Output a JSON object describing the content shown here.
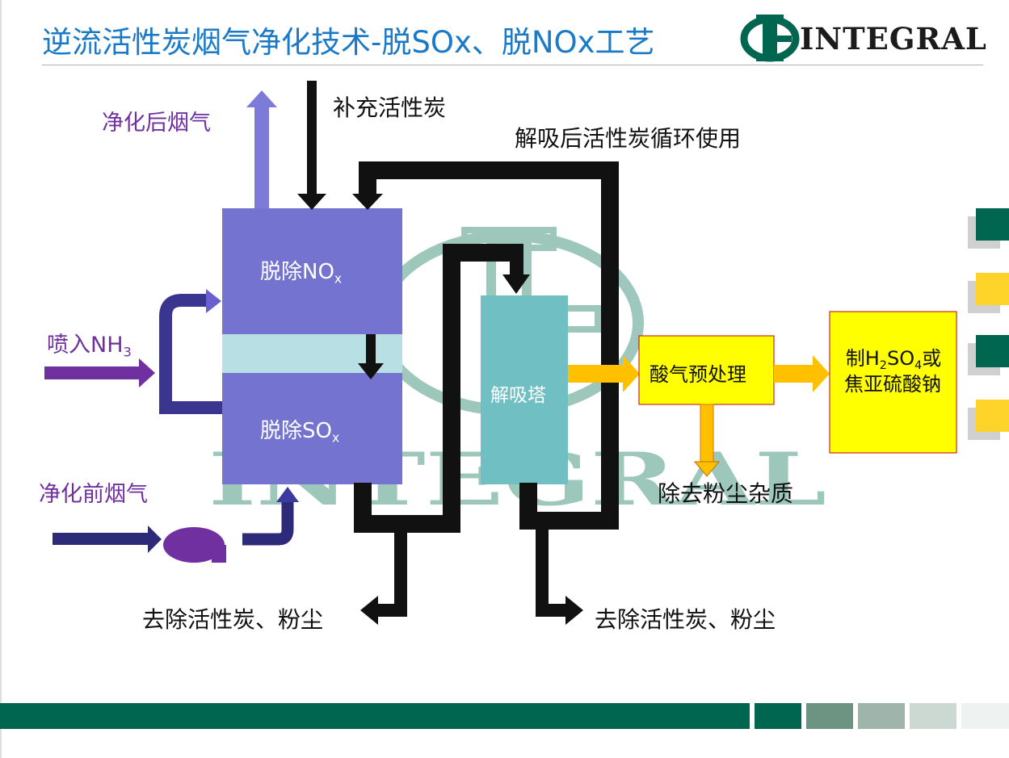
{
  "title": "逆流活性炭烟气净化技术-脱SOx、脱NOx工艺",
  "logo": {
    "text": "INTEGRAL",
    "watermark": "INTEGRAL"
  },
  "labels": {
    "purified_gas": "净化后烟气",
    "supplement_carbon": "补充活性炭",
    "recycle_carbon": "解吸后活性炭循环使用",
    "inject_nh3": "喷入NH",
    "inject_nh3_sub": "3",
    "raw_gas": "净化前烟气",
    "remove_dust_left": "去除活性炭、粉尘",
    "remove_dust_right": "去除活性炭、粉尘",
    "remove_impurities": "除去粉尘杂质"
  },
  "boxes": {
    "denox": {
      "text": "脱除NO",
      "sub": "x"
    },
    "desox": {
      "text": "脱除SO",
      "sub": "x"
    },
    "desorber": {
      "text": "解吸塔"
    },
    "acid_pretreat": {
      "text": "酸气预处理"
    },
    "product_line1_a": "制H",
    "product_line1_sub1": "2",
    "product_line1_b": "SO",
    "product_line1_sub2": "4",
    "product_line1_c": "或",
    "product_line2": "焦亚硫酸钠"
  },
  "colors": {
    "title": "#1a7ac8",
    "purple_text": "#7030a0",
    "adsorber": "#7474d0",
    "band": "#b8e0e4",
    "desorber": "#6fbfc3",
    "yellow": "#ffff00",
    "orange_arrow": "#ffc000",
    "dark_green": "#006650",
    "navy_arrow": "#2d2a7a",
    "light_purple_arrow": "#7d7bd8",
    "watermark": "#4f9a86"
  }
}
